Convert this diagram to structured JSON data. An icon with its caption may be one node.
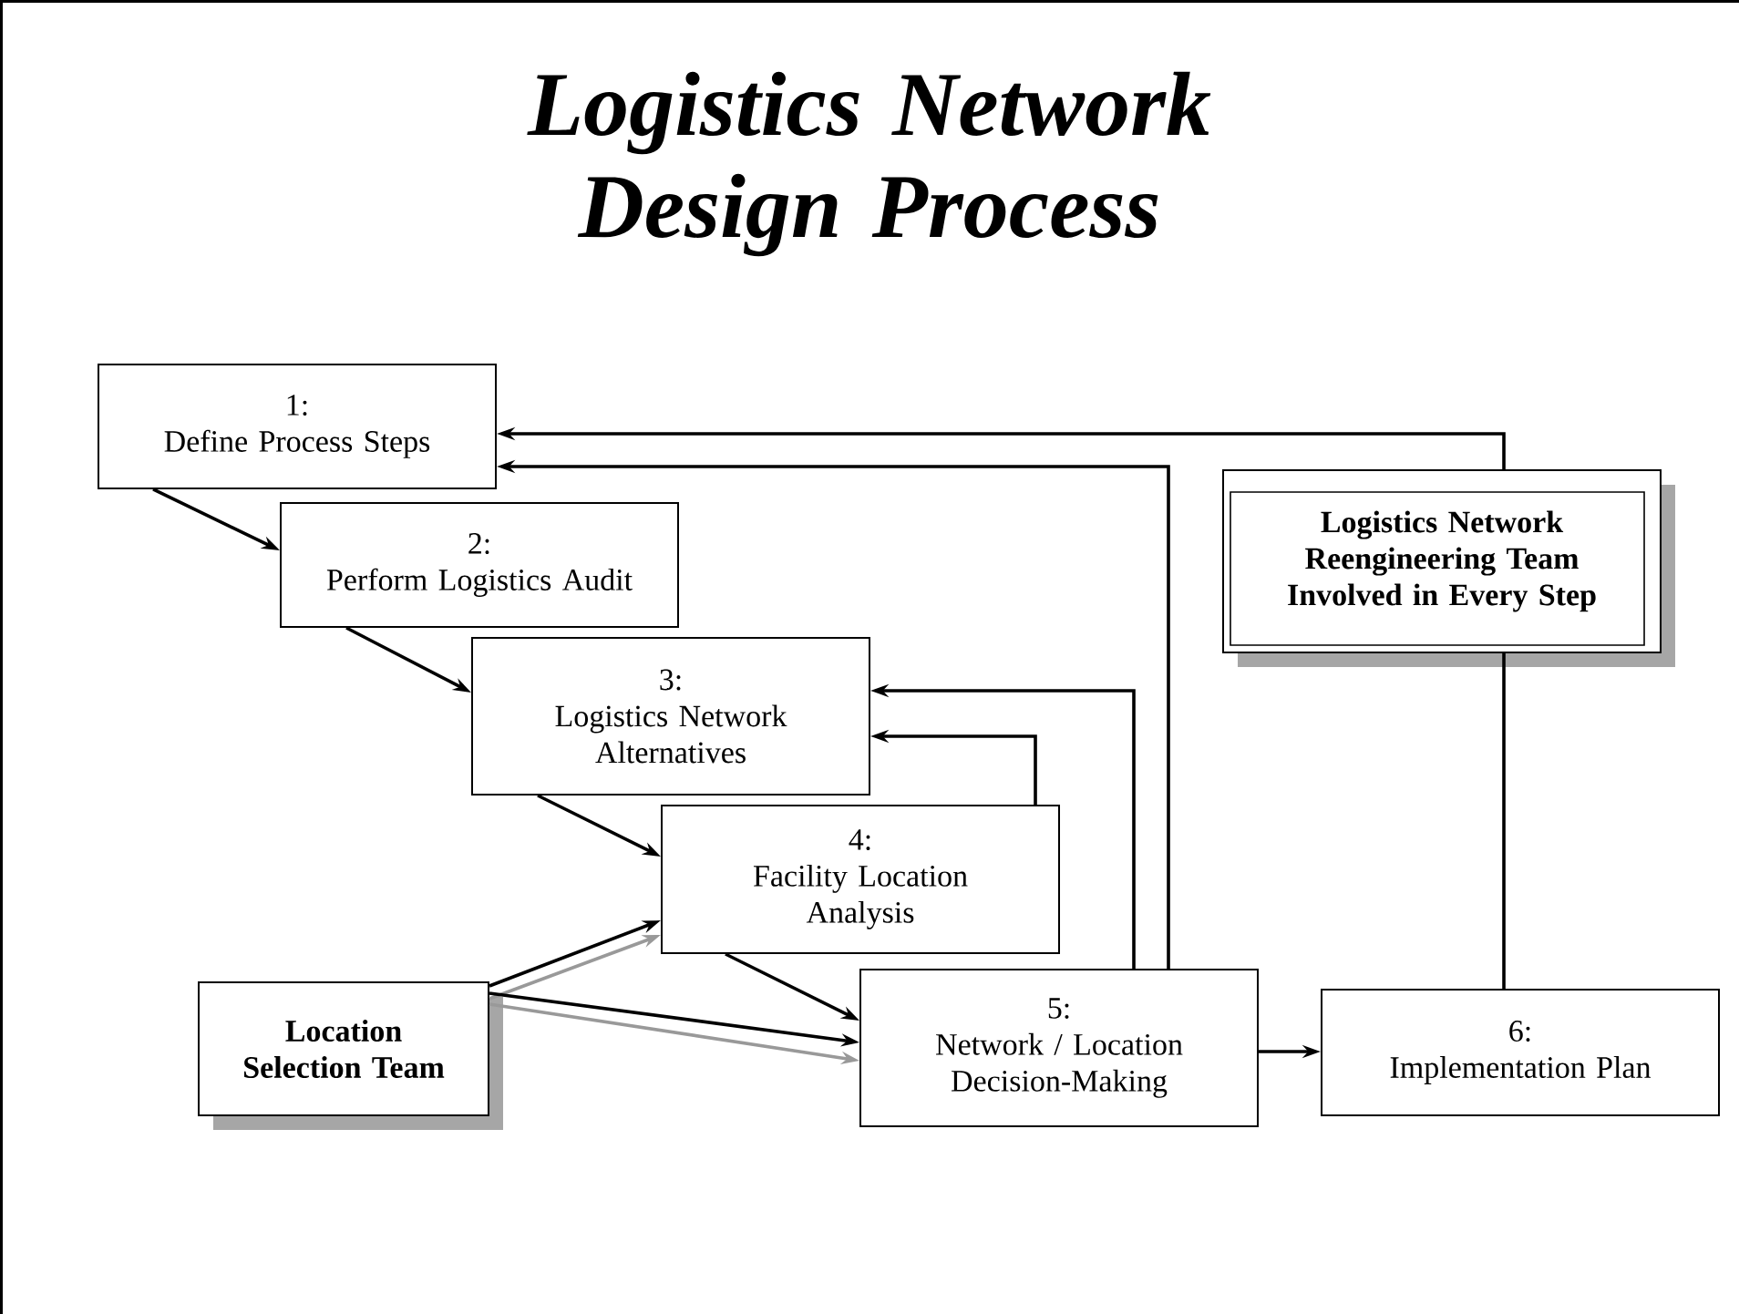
{
  "diagram": {
    "title": "Logistics Network Design Process",
    "nodes": [
      {
        "text": [
          "1:",
          "Define Process Steps"
        ]
      },
      {
        "text": [
          "2:",
          "Perform Logistics Audit"
        ]
      },
      {
        "text": [
          "3:",
          "Logistics Network Alternatives"
        ]
      },
      {
        "text": [
          "4:",
          "Facility Location Analysis"
        ]
      },
      {
        "text": [
          "Location Selection Team"
        ]
      },
      {
        "text": [
          "5:",
          "Network / Location Decision-Making"
        ]
      },
      {
        "text": [
          "6:",
          "Implementation Plan"
        ]
      },
      {
        "text": [
          "Logistics Network Reengineering Team Involved in Every Step"
        ]
      }
    ],
    "edges": [
      {
        "from": 0,
        "to": 1,
        "arrow": "to"
      },
      {
        "from": 1,
        "to": 2,
        "arrow": "to"
      },
      {
        "from": 2,
        "to": 3,
        "arrow": "to"
      },
      {
        "from": 3,
        "to": 5,
        "arrow": "to"
      },
      {
        "from": 4,
        "to": 3,
        "arrow": "to"
      },
      {
        "from": 4,
        "to": 3,
        "arrow": "to",
        "color": "#999999"
      },
      {
        "from": 4,
        "to": 5,
        "arrow": "to"
      },
      {
        "from": 4,
        "to": 5,
        "arrow": "to",
        "color": "#999999"
      },
      {
        "from": 5,
        "to": 6,
        "arrow": "to"
      },
      {
        "from": 3,
        "to": 2,
        "arrow": "to"
      },
      {
        "from": 5,
        "to": 2,
        "arrow": "to"
      },
      {
        "from": 5,
        "to": 0,
        "arrow": "to"
      },
      {
        "from": 7,
        "to": 0,
        "arrow": "to"
      },
      {
        "from": 6,
        "to": 7,
        "arrow": "none"
      }
    ]
  }
}
